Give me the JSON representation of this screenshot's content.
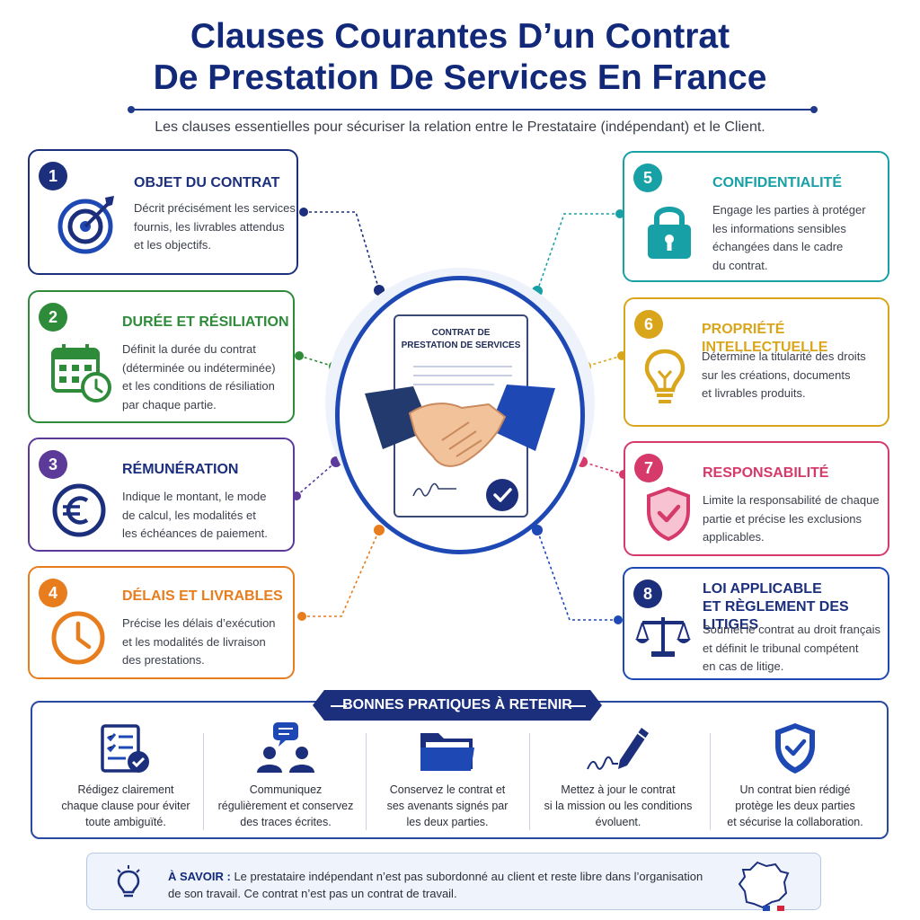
{
  "header": {
    "title_line1": "Clauses Courantes D’un Contrat",
    "title_line2": "De Prestation De Services En France",
    "subtitle": "Les clauses essentielles pour sécuriser la relation entre le Prestataire (indépendant) et le Client."
  },
  "center": {
    "document_title": "CONTRAT DE\nPRESTATION DE SERVICES"
  },
  "clauses": [
    {
      "number": "1",
      "title": "OBJET DU CONTRAT",
      "description": "Décrit précisément les services\nfournis, les livrables attendus\net les objectifs.",
      "color": "#1c2f7d",
      "icon": "target-icon"
    },
    {
      "number": "2",
      "title": "DURÉE ET RÉSILIATION",
      "description": "Définit la durée du contrat\n(déterminée ou indéterminée)\net les conditions de résiliation\npar chaque partie.",
      "color": "#2e8b3a",
      "icon": "calendar-clock-icon"
    },
    {
      "number": "3",
      "title": "RÉMUNÉRATION",
      "description": "Indique le montant, le mode\nde calcul, les modalités et\nles échéances de paiement.",
      "color": "#5b3a9a",
      "icon": "euro-icon"
    },
    {
      "number": "4",
      "title": "DÉLAIS ET LIVRABLES",
      "description": "Précise les délais d’exécution\net les modalités de livraison\ndes prestations.",
      "color": "#e87d1e",
      "icon": "clock-icon"
    },
    {
      "number": "5",
      "title": "CONFIDENTIALITÉ",
      "description": "Engage les parties à protéger\nles informations sensibles\néchangées dans le cadre\ndu contrat.",
      "color": "#17a0a6",
      "icon": "lock-icon"
    },
    {
      "number": "6",
      "title": "PROPRIÉTÉ INTELLECTUELLE",
      "description": "Détermine la titularité des droits\nsur les créations, documents\net livrables produits.",
      "color": "#d9a51b",
      "icon": "lightbulb-icon"
    },
    {
      "number": "7",
      "title": "RESPONSABILITÉ",
      "description": "Limite la responsabilité de chaque\npartie et précise les exclusions\napplicables.",
      "color": "#d63a6a",
      "icon": "shield-check-icon"
    },
    {
      "number": "8",
      "title": "LOI APPLICABLE\nET RÈGLEMENT DES LITIGES",
      "description": "Soumet le contrat au droit français\net définit le tribunal compétent\nen cas de litige.",
      "color": "#1e49b5",
      "icon": "scales-icon"
    }
  ],
  "best_practices": {
    "title": "BONNES PRATIQUES À RETENIR",
    "items": [
      {
        "text": "Rédigez clairement\nchaque clause pour éviter\ntoute ambiguïté.",
        "icon": "checklist-icon"
      },
      {
        "text": "Communiquez\nrégulièrement et conservez\ndes traces écrites.",
        "icon": "people-chat-icon"
      },
      {
        "text": "Conservez le contrat et\nses avenants signés par\nles deux parties.",
        "icon": "folder-icon"
      },
      {
        "text": "Mettez à jour le contrat\nsi la mission ou les conditions\névoluent.",
        "icon": "pen-signature-icon"
      },
      {
        "text": "Un contrat bien rédigé\nprotège les deux parties\net sécurise la collaboration.",
        "icon": "shield-check-icon"
      }
    ]
  },
  "note": {
    "label": "À SAVOIR :",
    "text": " Le prestataire indépendant n’est pas subordonné au client et reste libre dans l’organisation de son travail. Ce contrat n’est pas un contrat de travail.",
    "icon": "lightbulb-icon",
    "map_icon": "france-map-icon"
  }
}
